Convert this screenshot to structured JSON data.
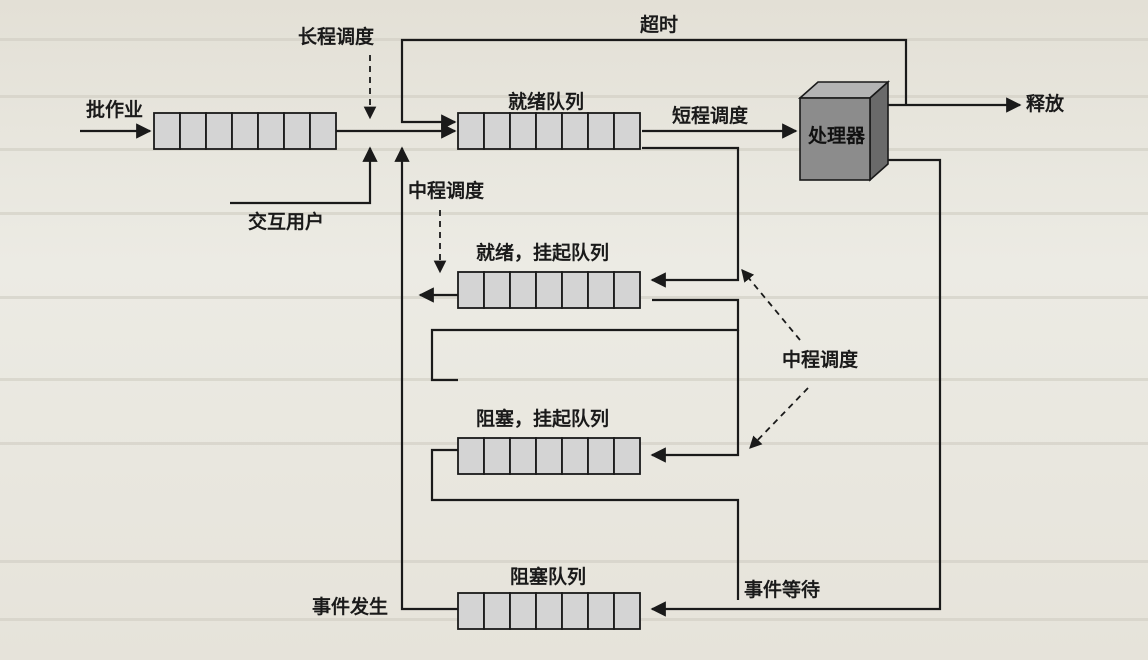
{
  "labels": {
    "long_term_sched": "长程调度",
    "timeout": "超时",
    "batch_jobs": "批作业",
    "ready_queue": "就绪队列",
    "short_term_sched": "短程调度",
    "processor": "处理器",
    "release": "释放",
    "mid_term_sched_top": "中程调度",
    "interactive_users": "交互用户",
    "ready_suspended_queue": "就绪，挂起队列",
    "mid_term_sched_right": "中程调度",
    "blocked_suspended_queue": "阻塞，挂起队列",
    "blocked_queue": "阻塞队列",
    "event_occurs": "事件发生",
    "event_wait": "事件等待"
  },
  "colors": {
    "line": "#1a1a1a",
    "queue_fill": "#d4d4d4",
    "processor_front": "#8c8c8c",
    "processor_top": "#b4b4b4",
    "processor_side": "#6a6a6a"
  }
}
